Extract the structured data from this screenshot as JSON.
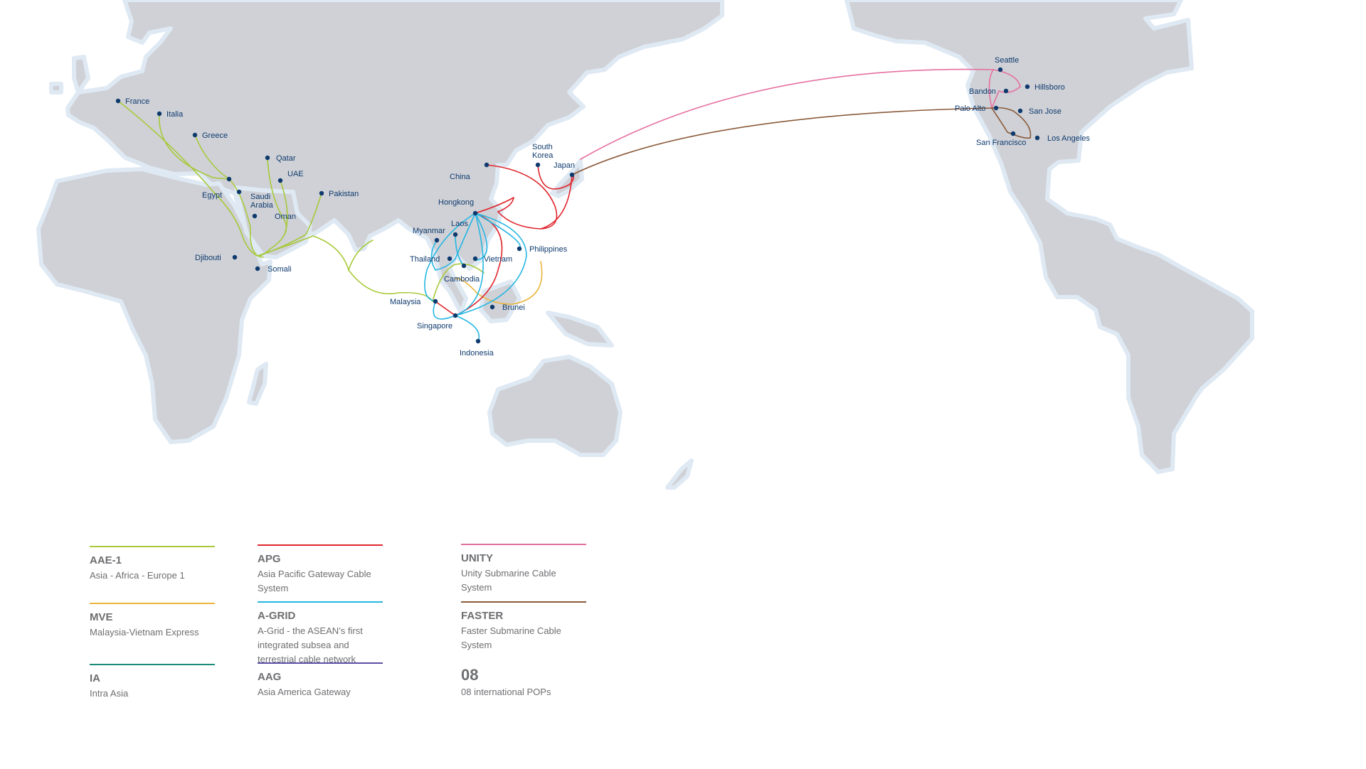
{
  "map": {
    "cities": [
      {
        "id": "france",
        "label": "France"
      },
      {
        "id": "italia",
        "label": "Italia"
      },
      {
        "id": "greece",
        "label": "Greece"
      },
      {
        "id": "qatar",
        "label": "Qatar"
      },
      {
        "id": "uae",
        "label": "UAE"
      },
      {
        "id": "pakistan",
        "label": "Pakistan"
      },
      {
        "id": "egypt",
        "label": "Egypt"
      },
      {
        "id": "saudi",
        "label": "Saudi Arabia"
      },
      {
        "id": "oman",
        "label": "Oman"
      },
      {
        "id": "djibouti",
        "label": "Djibouti"
      },
      {
        "id": "somali",
        "label": "Somali"
      },
      {
        "id": "china",
        "label": "China"
      },
      {
        "id": "southkorea",
        "label": "South Korea"
      },
      {
        "id": "japan",
        "label": "Japan"
      },
      {
        "id": "hongkong",
        "label": "Hongkong"
      },
      {
        "id": "laos",
        "label": "Laos"
      },
      {
        "id": "myanmar",
        "label": "Myanmar"
      },
      {
        "id": "thailand",
        "label": "Thailand"
      },
      {
        "id": "vietnam",
        "label": "Vietnam"
      },
      {
        "id": "philippines",
        "label": "Philippines"
      },
      {
        "id": "cambodia",
        "label": "Cambodia"
      },
      {
        "id": "malaysia",
        "label": "Malaysia"
      },
      {
        "id": "brunei",
        "label": "Brunei"
      },
      {
        "id": "singapore",
        "label": "Singapore"
      },
      {
        "id": "indonesia",
        "label": "Indonesia"
      },
      {
        "id": "seattle",
        "label": "Seattle"
      },
      {
        "id": "hillsboro",
        "label": "Hillsboro"
      },
      {
        "id": "bandon",
        "label": "Bandon"
      },
      {
        "id": "paloalto",
        "label": "Palo Alto"
      },
      {
        "id": "sanjose",
        "label": "San Jose"
      },
      {
        "id": "sanfrancisco",
        "label": "San Francisco"
      },
      {
        "id": "losangeles",
        "label": "Los Angeles"
      }
    ]
  },
  "legend": {
    "aae1": {
      "code": "AAE-1",
      "desc": "Asia - Africa - Europe 1",
      "color": "#a7c93a"
    },
    "mve": {
      "code": "MVE",
      "desc": "Malaysia-Vietnam Express",
      "color": "#e9b53c"
    },
    "ia": {
      "code": "IA",
      "desc": "Intra Asia",
      "color": "#1d8a7a"
    },
    "apg": {
      "code": "APG",
      "desc": "Asia Pacific Gateway Cable System",
      "color": "#e0242c"
    },
    "agrid": {
      "code": "A-GRID",
      "desc": "A-Grid - the ASEAN’s first integrated subsea and terrestrial cable network",
      "color": "#27b6e2"
    },
    "aag": {
      "code": "AAG",
      "desc": "Asia America Gateway",
      "color": "#5b4fa8"
    },
    "unity": {
      "code": "UNITY",
      "desc": "Unity Submarine Cable System",
      "color": "#e56fa0"
    },
    "faster": {
      "code": "FASTER",
      "desc": "Faster Submarine Cable System",
      "color": "#8a5a3a"
    },
    "pops": {
      "code": "08",
      "desc": "08 international POPs"
    }
  }
}
